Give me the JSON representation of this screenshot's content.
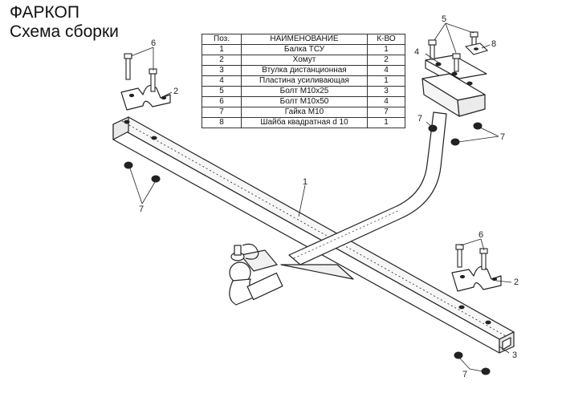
{
  "header": {
    "title": "ФАРКОП",
    "subtitle": "Схема сборки"
  },
  "parts_table": {
    "headers": [
      "Поз.",
      "НАИМЕНОВАНИЕ",
      "К-ВО"
    ],
    "rows": [
      [
        "1",
        "Балка ТСУ",
        "1"
      ],
      [
        "2",
        "Хомут",
        "2"
      ],
      [
        "3",
        "Втулка дистанционная",
        "4"
      ],
      [
        "4",
        "Пластина усиливающая",
        "1"
      ],
      [
        "5",
        "Болт М10х25",
        "3"
      ],
      [
        "6",
        "Болт М10х50",
        "4"
      ],
      [
        "7",
        "Гайка  М10",
        "7"
      ],
      [
        "8",
        "Шайба квадратная d 10",
        "1"
      ]
    ]
  },
  "callouts": {
    "c1": "1",
    "c2a": "2",
    "c2b": "2",
    "c3": "3",
    "c4": "4",
    "c5": "5",
    "c6a": "6",
    "c6b": "6",
    "c7a": "7",
    "c7b": "7",
    "c7c": "7",
    "c7d": "7",
    "c8": "8"
  }
}
